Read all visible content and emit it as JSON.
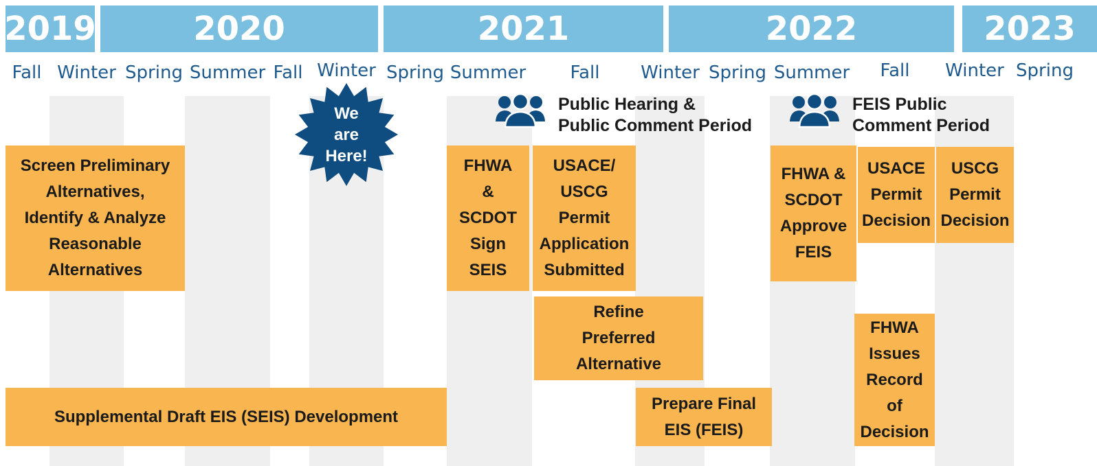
{
  "years": [
    "2019",
    "2020",
    "2021",
    "2022",
    "2023"
  ],
  "seasons": [
    "Fall",
    "Winter",
    "Spring",
    "Summer",
    "Fall",
    "Winter",
    "Spring",
    "Summer",
    "Fall",
    "Winter",
    "Spring",
    "Summer",
    "Fall",
    "Winter",
    "Spring"
  ],
  "current_marker": {
    "text": "We\nare\nHere!",
    "color": "#0f4c7f"
  },
  "milestones": [
    {
      "icon": "people-group-icon",
      "label": "Public Hearing &\nPublic Comment Period"
    },
    {
      "icon": "people-group-icon",
      "label": "FEIS Public\nComment Period"
    }
  ],
  "tasks": [
    {
      "label": "Screen Preliminary\nAlternatives,\nIdentify & Analyze\nReasonable\nAlternatives"
    },
    {
      "label": "Supplemental Draft EIS (SEIS) Development"
    },
    {
      "label": "FHWA\n&\nSCDOT\nSign\nSEIS"
    },
    {
      "label": "USACE/\nUSCG\nPermit\nApplication\nSubmitted"
    },
    {
      "label": "Refine\nPreferred\nAlternative"
    },
    {
      "label": "Prepare Final\nEIS (FEIS)"
    },
    {
      "label": "FHWA &\nSCDOT\nApprove\nFEIS"
    },
    {
      "label": "USACE\nPermit\nDecision"
    },
    {
      "label": "USCG\nPermit\nDecision"
    },
    {
      "label": "FHWA\nIssues\nRecord\nof\nDecision"
    }
  ],
  "colors": {
    "year_band": "#7bbfe0",
    "season_text": "#1f5a8e",
    "task_fill": "#f9b54f",
    "stripe": "#efefef",
    "icon": "#0f4c7f"
  }
}
